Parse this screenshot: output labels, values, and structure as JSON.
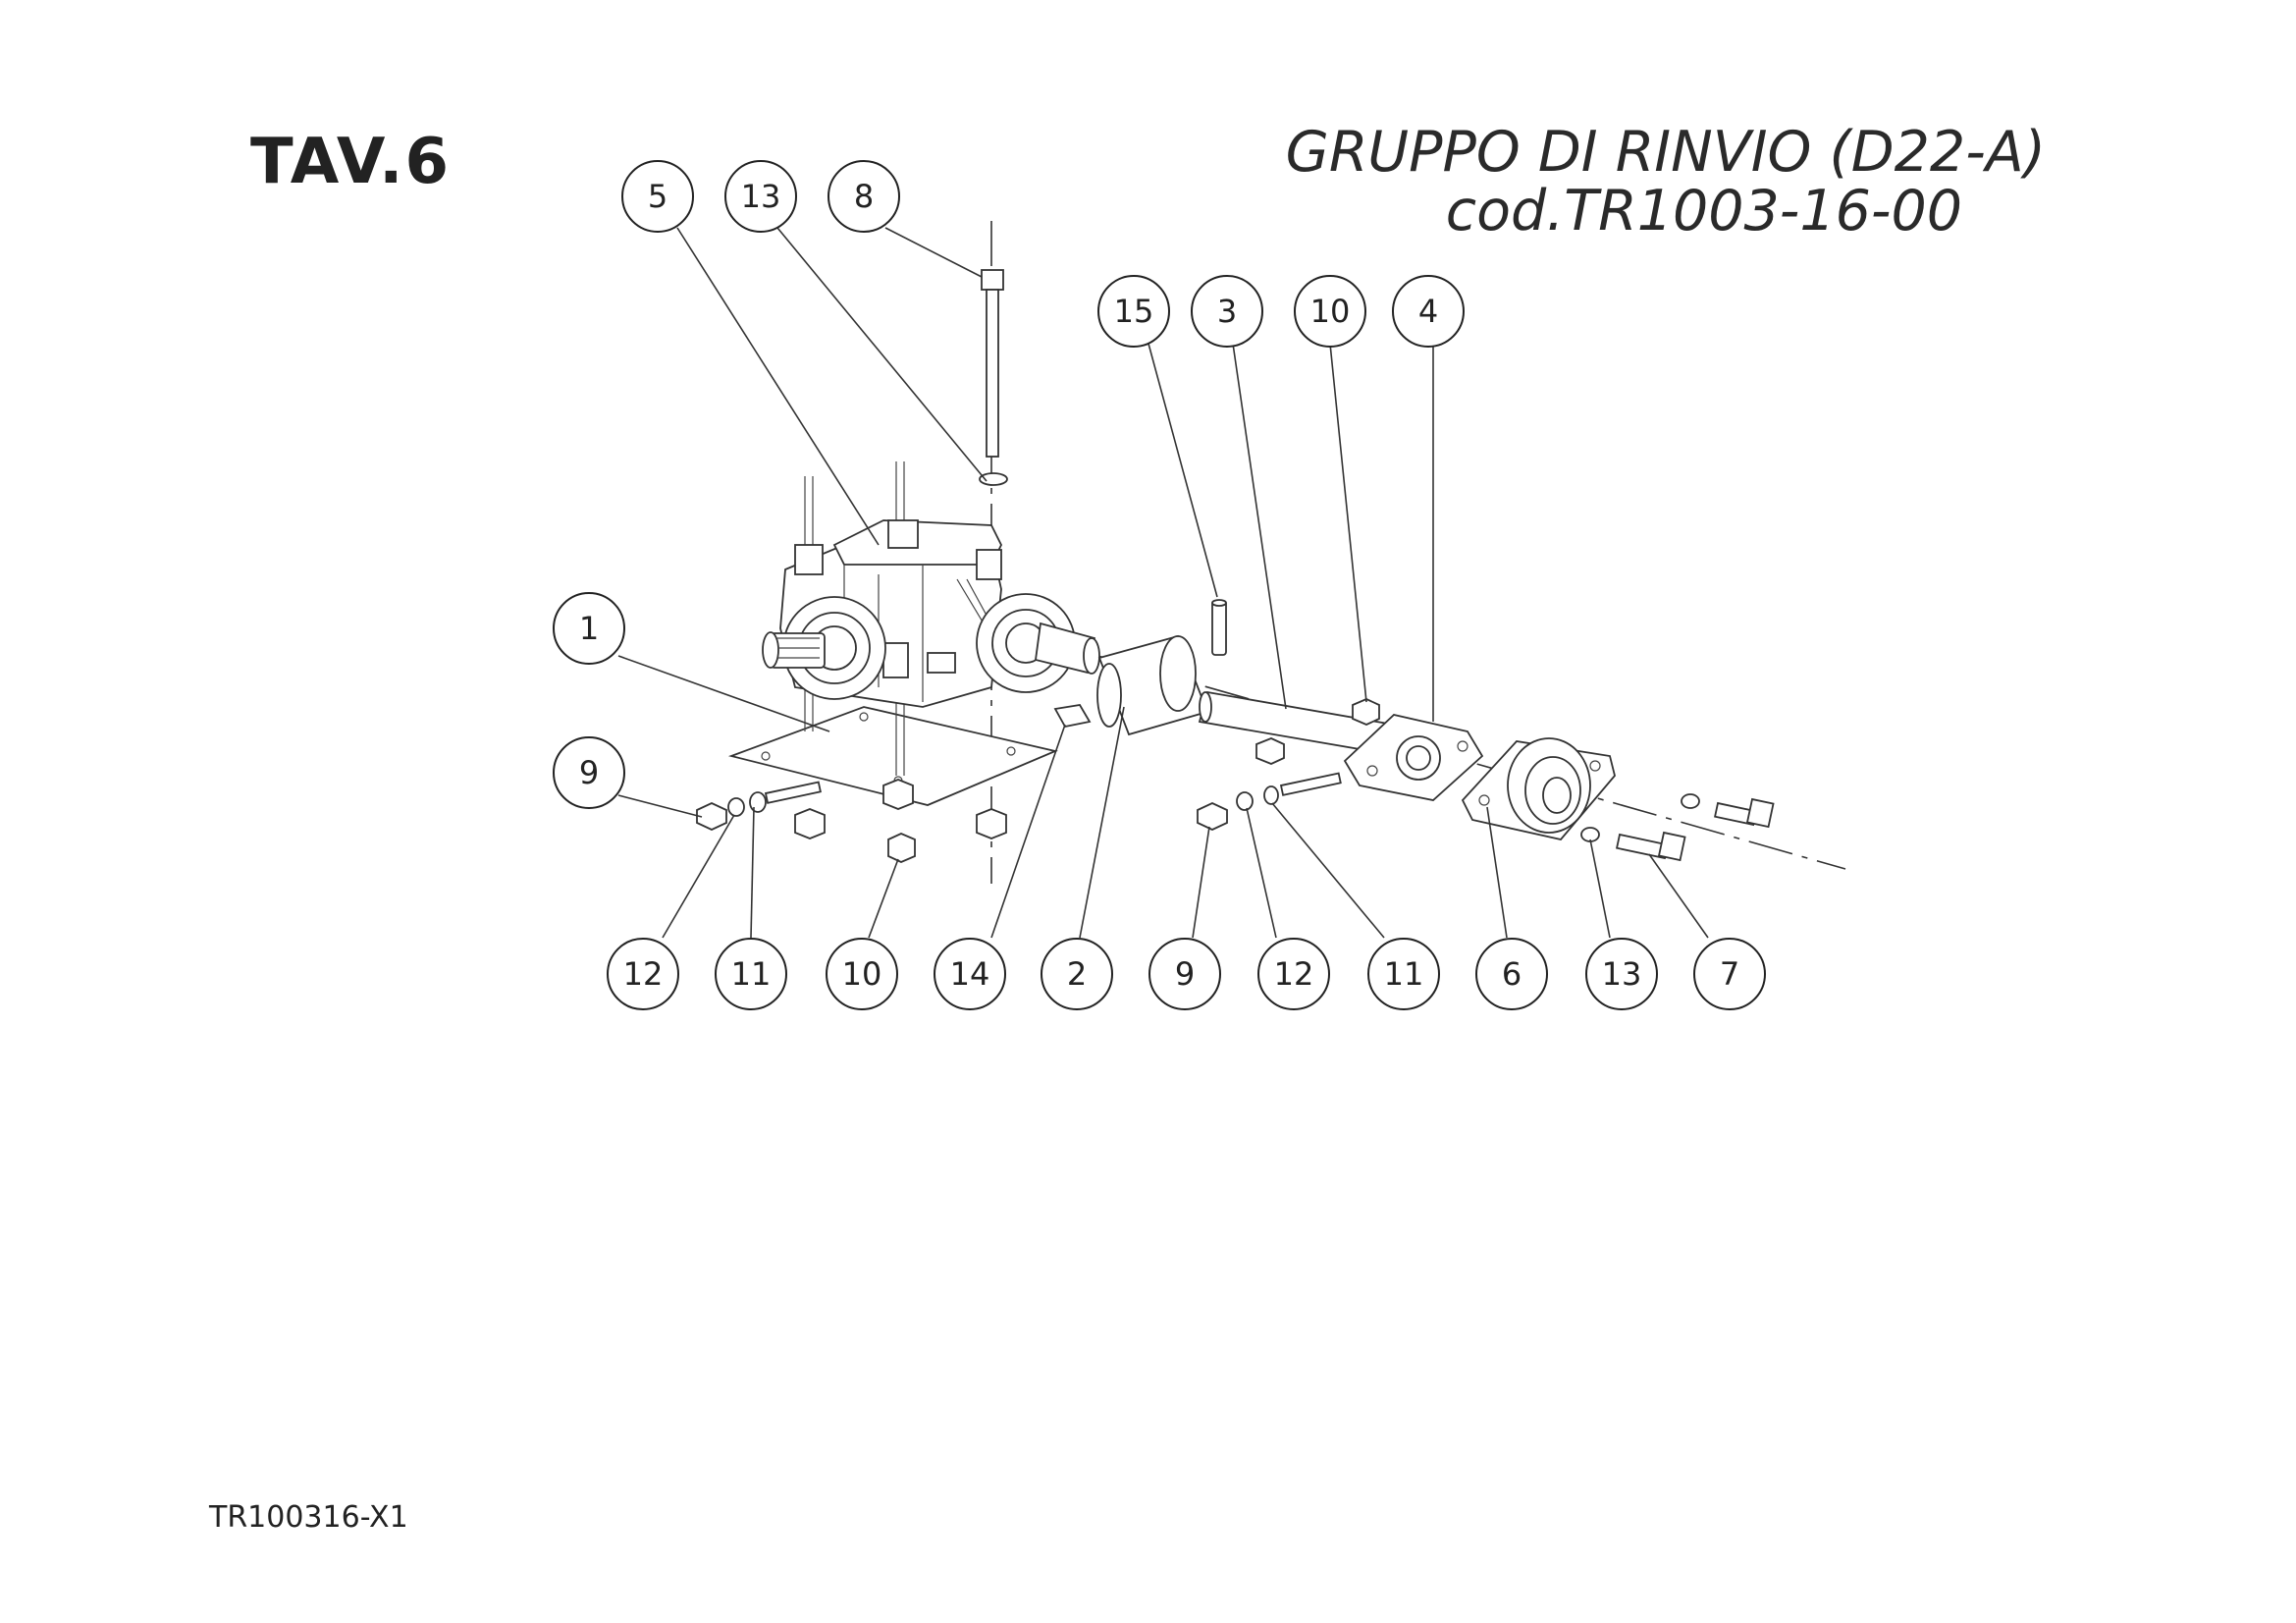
{
  "header": {
    "plate": "TAV.6",
    "title_line1": "GRUPPO DI RINVIO (D22-A)",
    "title_line2": "cod.TR1003-16-00"
  },
  "footer": {
    "drawing_code": "TR100316-X1"
  },
  "callouts_top": [
    "5",
    "13",
    "8",
    "15",
    "3",
    "10",
    "4",
    "1",
    "9"
  ],
  "callouts_bottom": [
    "12",
    "11",
    "10",
    "14",
    "2",
    "9",
    "12",
    "11",
    "6",
    "13",
    "7"
  ]
}
